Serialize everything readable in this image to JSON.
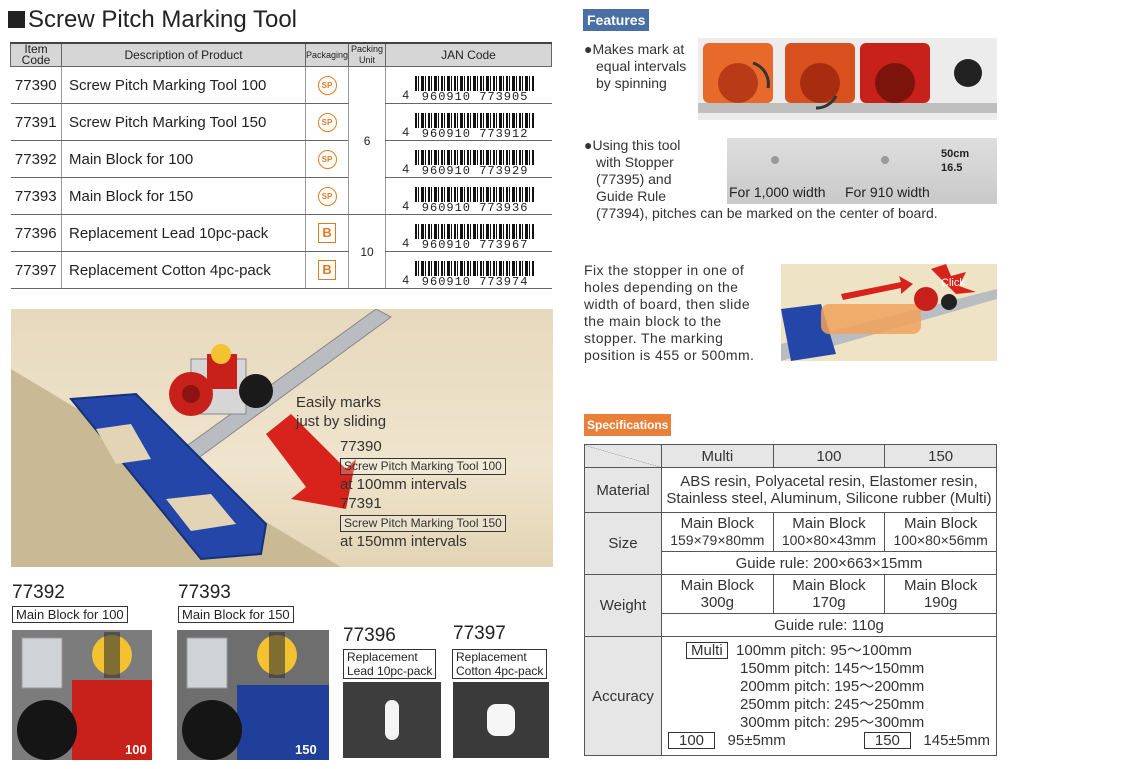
{
  "title": "Screw Pitch Marking Tool",
  "products": {
    "headers": {
      "item_code": "Item Code",
      "description": "Description of Product",
      "packaging": "Packaging",
      "packing_unit": "Packing Unit",
      "jan": "JAN Code"
    },
    "rows": [
      {
        "code": "77390",
        "desc": "Screw Pitch Marking Tool 100",
        "pkg": "SP",
        "jan_first": "4",
        "jan_rest": "960910 773905"
      },
      {
        "code": "77391",
        "desc": "Screw Pitch Marking Tool 150",
        "pkg": "SP",
        "jan_first": "4",
        "jan_rest": "960910 773912"
      },
      {
        "code": "77392",
        "desc": "Main Block for 100",
        "pkg": "SP",
        "jan_first": "4",
        "jan_rest": "960910 773929"
      },
      {
        "code": "77393",
        "desc": "Main Block for 150",
        "pkg": "SP",
        "jan_first": "4",
        "jan_rest": "960910 773936"
      },
      {
        "code": "77396",
        "desc": "Replacement Lead 10pc-pack",
        "pkg": "B",
        "jan_first": "4",
        "jan_rest": "960910 773967"
      },
      {
        "code": "77397",
        "desc": "Replacement Cotton 4pc-pack",
        "pkg": "B",
        "jan_first": "4",
        "jan_rest": "960910 773974"
      }
    ],
    "unit_a": "6",
    "unit_b": "10"
  },
  "photo": {
    "line1": "Easily marks",
    "line2": "just by sliding",
    "code1": "77390",
    "box1": "Screw Pitch Marking Tool 100",
    "int1": "at 100mm intervals",
    "code2": "77391",
    "box2": "Screw Pitch Marking Tool 150",
    "int2": "at 150mm intervals"
  },
  "thumbs": [
    {
      "code": "77392",
      "label": "Main Block for 100",
      "mark": "100"
    },
    {
      "code": "77393",
      "label": "Main Block for 150",
      "mark": "150"
    },
    {
      "code": "77396",
      "label1": "Replacement",
      "label2": "Lead 10pc-pack"
    },
    {
      "code": "77397",
      "label1": "Replacement",
      "label2": "Cotton 4pc-pack"
    }
  ],
  "features": {
    "badge": "Features",
    "f1": [
      "Makes mark at",
      "equal intervals",
      "by spinning"
    ],
    "f2": [
      "Using this tool",
      "with Stopper",
      "(77395) and",
      "Guide Rule"
    ],
    "f2_last": "(77394), pitches can be marked on the center of board.",
    "ruler_a": "For 1,000 width",
    "ruler_b": "For 910 width",
    "ruler_mark1": "50cm",
    "ruler_mark2": "16.5",
    "f3": [
      "Fix the stopper in one of",
      "holes depending on the",
      "width of board, then slide",
      "the main block to the",
      "stopper. The marking",
      "position is 455 or 500mm."
    ],
    "click": "Click"
  },
  "specs": {
    "badge": "Specifications",
    "cols": [
      "Multi",
      "100",
      "150"
    ],
    "material_h": "Material",
    "material": [
      "ABS resin, Polyacetal resin, Elastomer resin,",
      "Stainless steel, Aluminum, Silicone rubber (Multi)"
    ],
    "size_h": "Size",
    "size_mb": "Main Block",
    "size_vals": [
      "159×79×80mm",
      "100×80×43mm",
      "100×80×56mm"
    ],
    "size_guide": "Guide rule: 200×663×15mm",
    "weight_h": "Weight",
    "weight_vals": [
      "300g",
      "170g",
      "190g"
    ],
    "weight_guide": "Guide rule: 110g",
    "accuracy_h": "Accuracy",
    "acc_multi": "Multi",
    "acc_lines": [
      "100mm pitch:  95～100mm",
      "150mm pitch: 145～150mm",
      "200mm pitch: 195～200mm",
      "250mm pitch: 245～250mm",
      "300mm pitch: 295～300mm"
    ],
    "acc_100_label": "100",
    "acc_100_val": "95±5mm",
    "acc_150_label": "150",
    "acc_150_val": "145±5mm"
  },
  "colors": {
    "accent_orange": "#e8803a",
    "feature_blue": "#4a6fa5",
    "tool_red": "#c8201a",
    "tool_blue": "#1f3f9a"
  }
}
